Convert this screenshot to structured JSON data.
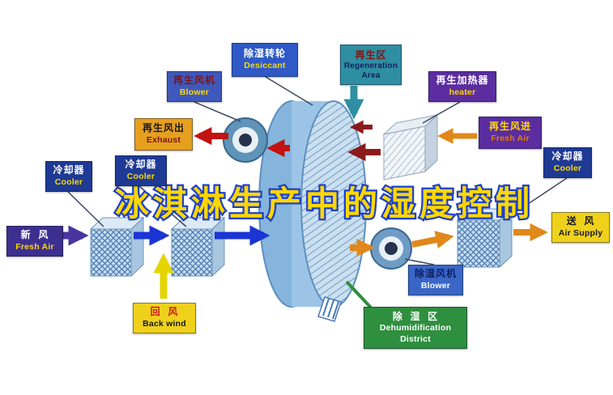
{
  "title": "冰淇淋生产中的湿度控制",
  "labels": {
    "desiccant": {
      "zh": "除湿转轮",
      "en": "Desiccant"
    },
    "regen_area": {
      "zh": "再生区",
      "en": "Regeneration Area"
    },
    "regen_blower": {
      "zh": "再生风机",
      "en": "Blower"
    },
    "regen_heater": {
      "zh": "再生加热器",
      "en": "heater"
    },
    "exhaust": {
      "zh": "再生风出",
      "en": "Exhaust"
    },
    "regen_fresh_air": {
      "zh": "再生风进",
      "en": "Fresh Air"
    },
    "cooler_far_left": {
      "zh": "冷却器",
      "en": "Cooler"
    },
    "cooler_left": {
      "zh": "冷却器",
      "en": "Cooler"
    },
    "cooler_right": {
      "zh": "冷却器",
      "en": "Cooler"
    },
    "fresh_air": {
      "zh": "新  风",
      "en": "Fresh Air"
    },
    "air_supply": {
      "zh": "送  风",
      "en": "Air Supply"
    },
    "back_wind": {
      "zh": "回  风",
      "en": "Back wind"
    },
    "dehumid_blower": {
      "zh": "除湿风机",
      "en": "Blower"
    },
    "dehumid_area": {
      "zh": "除  湿  区",
      "en_line1": "Dehumidification",
      "en_line2": "District"
    }
  },
  "colors": {
    "title_fill": "#ffd700",
    "title_outline": "#1d41cc",
    "arrow_red": "#c41111",
    "arrow_dark_red": "#8b1a1a",
    "arrow_orange": "#e0881a",
    "arrow_blue": "#1a35d4",
    "arrow_purple": "#4a35a0",
    "arrow_yellow": "#e6d400",
    "arrow_teal": "#2e8fa3",
    "wheel_blue": "#9cc4e6",
    "box_green": "#2e8f3e",
    "box_navy": "#1f3a94",
    "box_purple": "#5b2da0",
    "box_yellow": "#efd11c",
    "box_orange": "#e6a01e",
    "box_blue": "#2e59c6",
    "box_teal": "#2e8fa3"
  }
}
